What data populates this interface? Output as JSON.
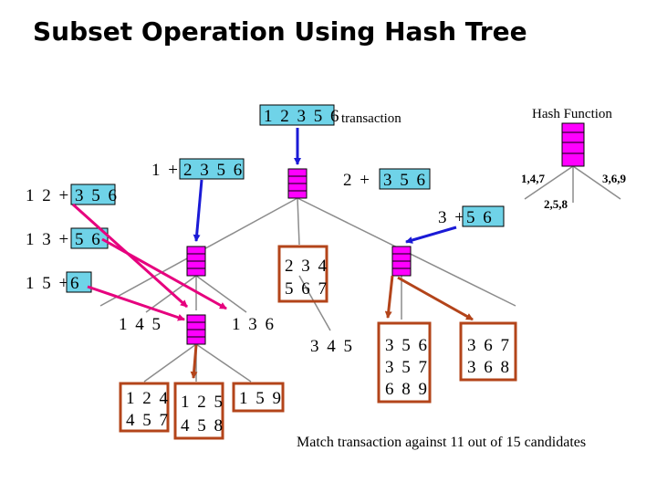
{
  "title": "Subset Operation Using Hash Tree",
  "transaction": {
    "items": "1 2 3 5 6",
    "label": "transaction"
  },
  "hash_function": {
    "label": "Hash Function",
    "branches": [
      "1,4,7",
      "2,5,8",
      "3,6,9"
    ]
  },
  "prefixes": [
    {
      "prefix": "1 +",
      "rest": "2 3 5 6"
    },
    {
      "prefix": "2 +",
      "rest": "3 5 6"
    },
    {
      "prefix": "3 +",
      "rest": "5 6"
    },
    {
      "prefix": "1 2 +",
      "rest": "3 5 6"
    },
    {
      "prefix": "1 3 +",
      "rest": "5 6"
    },
    {
      "prefix": "1 5 +",
      "rest": "6"
    }
  ],
  "leaves": [
    {
      "lines": [
        "2 3 4",
        "5 6 7"
      ],
      "matched": true
    },
    {
      "lines": [
        "1 4 5"
      ],
      "matched": false
    },
    {
      "lines": [
        "1 3 6"
      ],
      "matched": false
    },
    {
      "lines": [
        "3 4 5"
      ],
      "matched": false
    },
    {
      "lines": [
        "3 5 6",
        "3 5 7",
        "6 8 9"
      ],
      "matched": true
    },
    {
      "lines": [
        "3 6 7",
        "3 6 8"
      ],
      "matched": true
    },
    {
      "lines": [
        "1 2 4",
        "4 5 7"
      ],
      "matched": true
    },
    {
      "lines": [
        "1 2 5",
        "4 5 8"
      ],
      "matched": true
    },
    {
      "lines": [
        "1 5 9"
      ],
      "matched": true
    }
  ],
  "footer": "Match transaction against 11 out of 15 candidates",
  "colors": {
    "node_fill": "#ff00ff",
    "highlight_box": "#6fd3e8",
    "leaf_border": "#b3441a",
    "pink_arrow": "#e6007e",
    "blue_arrow": "#1a1ad6",
    "brown_arrow": "#b3441a",
    "line": "#8c8c8c"
  }
}
